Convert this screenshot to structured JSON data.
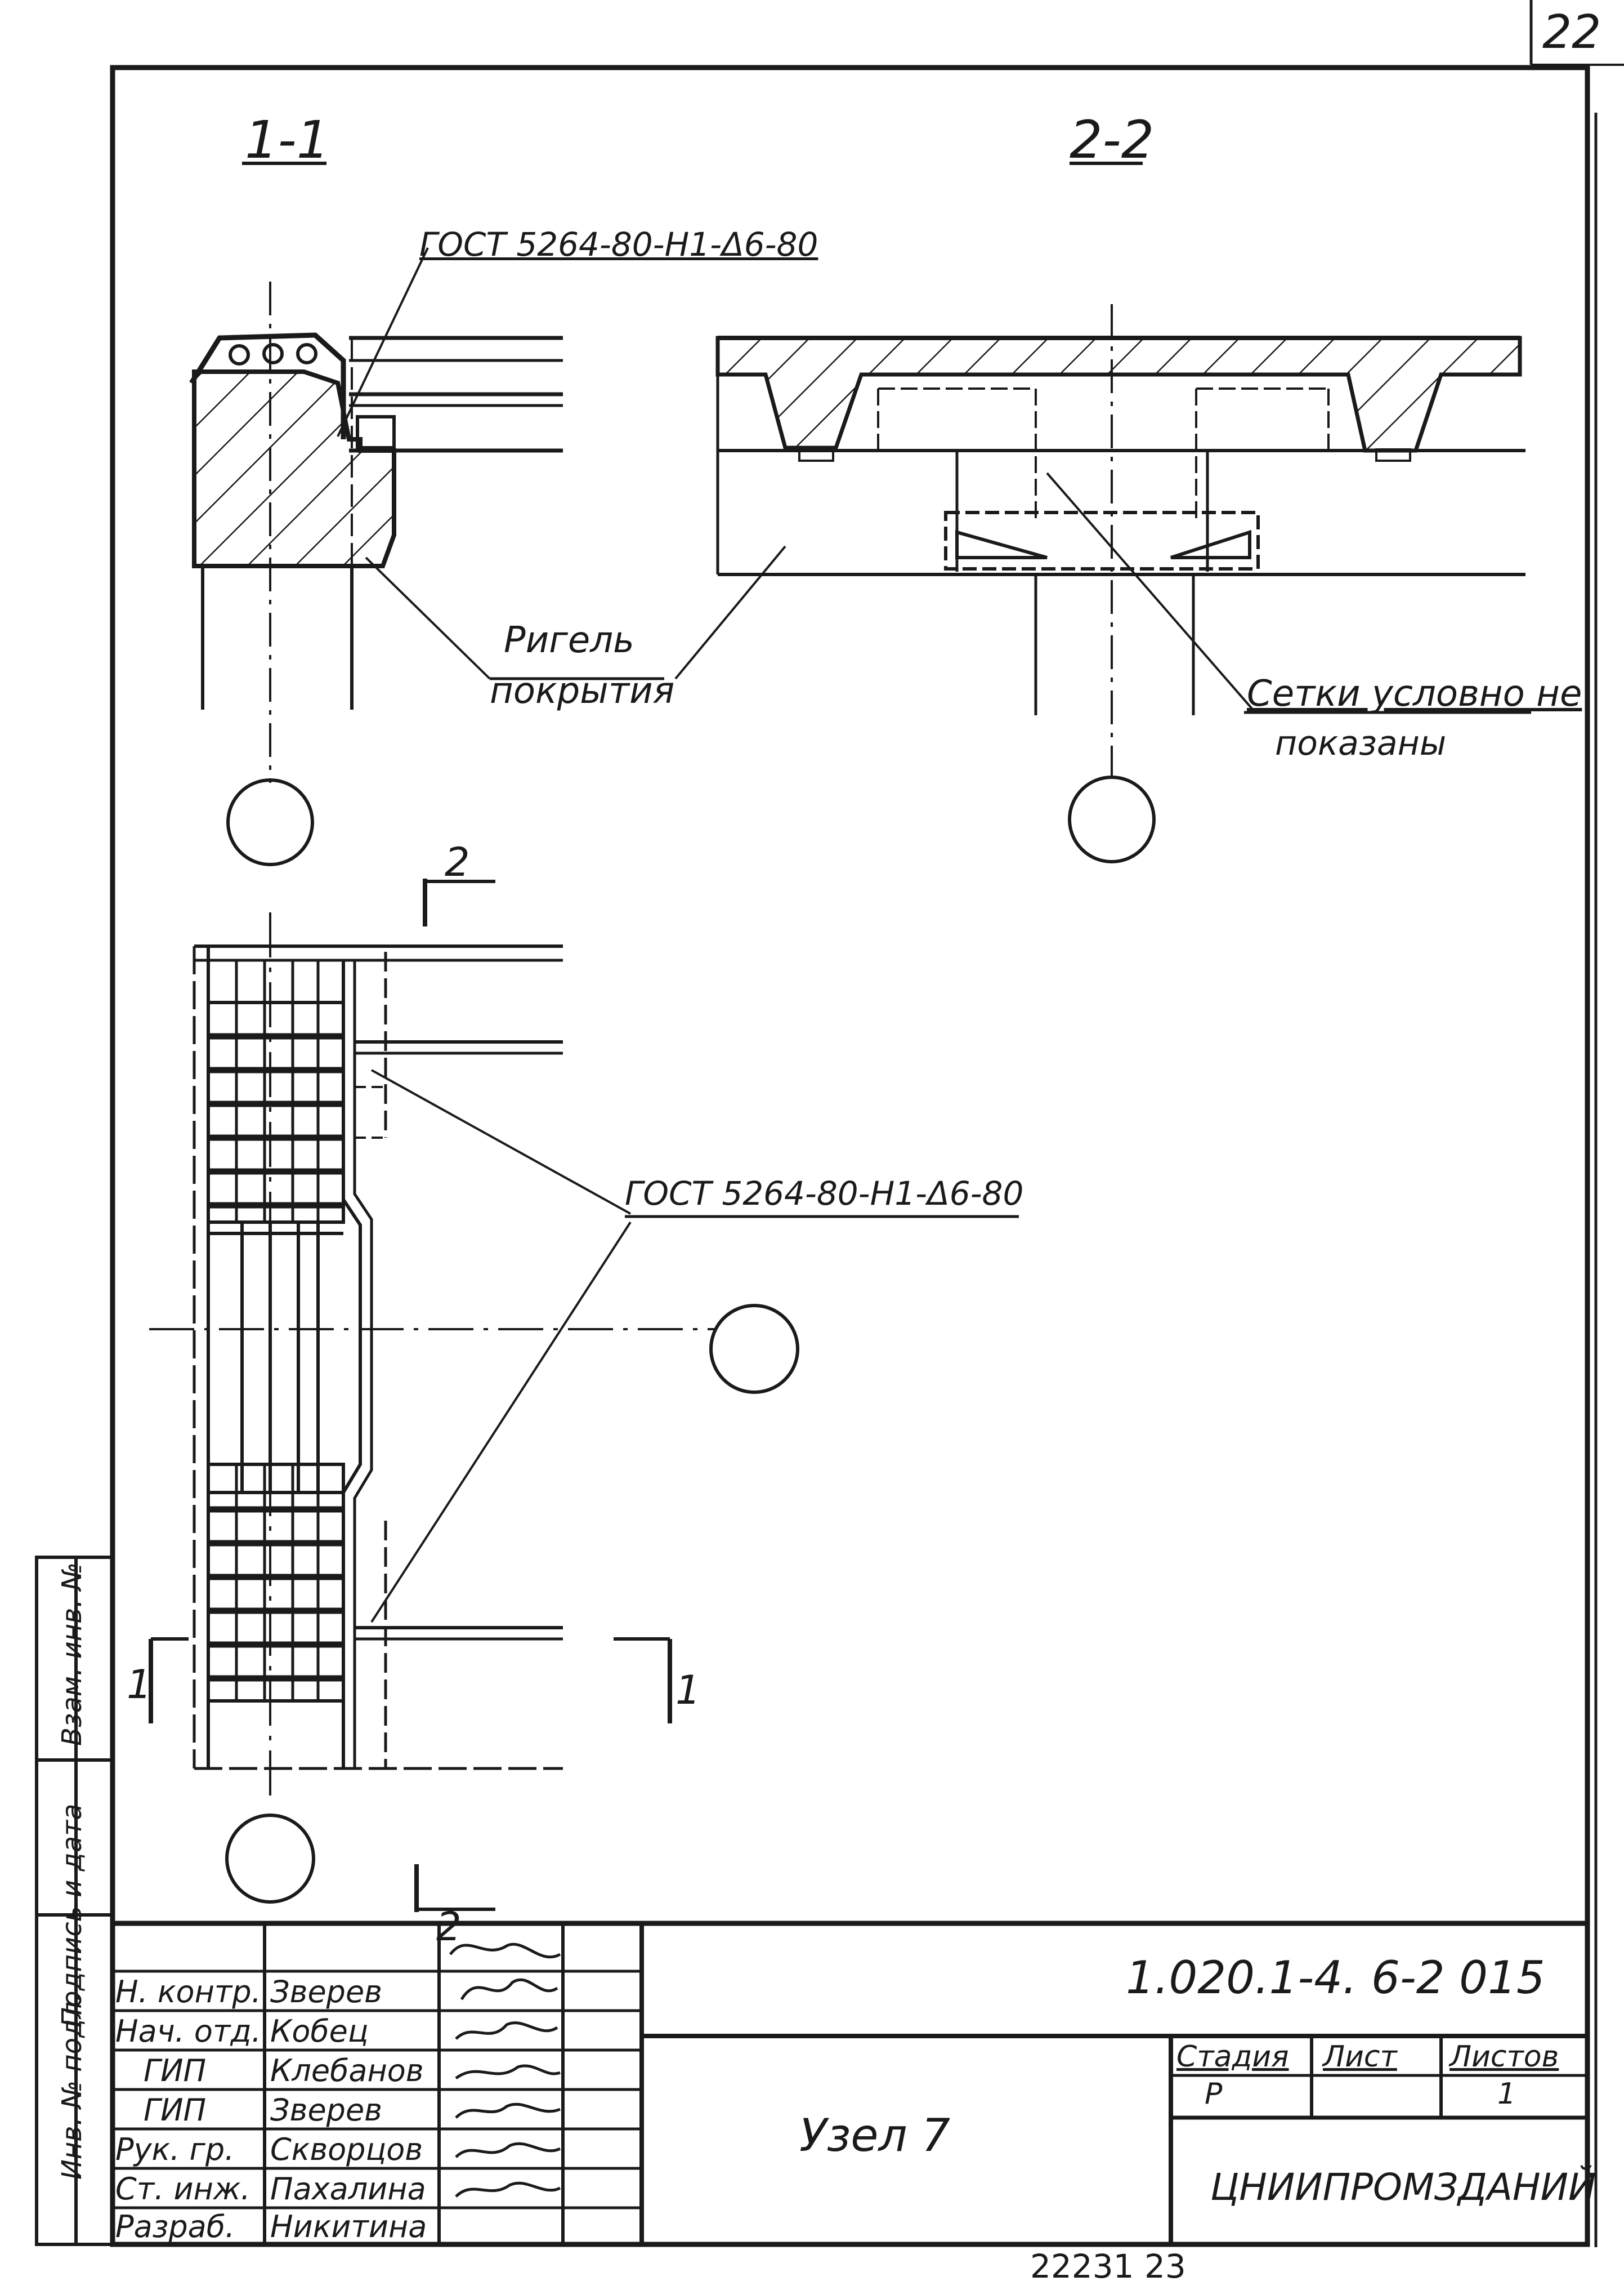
{
  "sheet": {
    "page_number": "22",
    "bottom_number": "22231 23"
  },
  "sections": {
    "s1_label": "1-1",
    "s2_label": "2-2",
    "gost_callout_top": "ГОСТ 5264-80-Н1-Δ6-80",
    "gost_callout_plan": "ГОСТ 5264-80-Н1-Δ6-80",
    "rigel_line1": "Ригель",
    "rigel_line2": "покрытия",
    "note_line1": "Сетки условно не",
    "note_line2": "показаны",
    "cut2_top_mark": "2",
    "cut2_bottom_mark": "2",
    "cut1_left_mark": "1",
    "cut1_right_mark": "1"
  },
  "side_strip": {
    "inv_podl": "Инв. № подл.",
    "podpis": "Подпись и дата",
    "vzam": "Взам. инв. №"
  },
  "title_block": {
    "code": "1.020.1-4. 6-2 015",
    "title": "Узел 7",
    "org": "ЦНИИПРОМЗДАНИЙ",
    "stage_header": "Стадия",
    "sheet_header": "Лист",
    "sheets_header": "Листов",
    "stage_value": "Р",
    "sheets_value": "1",
    "roles": [
      {
        "role": "Н. контр.",
        "name": "Зверев"
      },
      {
        "role": "Нач. отд.",
        "name": "Кобец"
      },
      {
        "role": "ГИП",
        "name": "Клебанов"
      },
      {
        "role": "ГИП",
        "name": "Зверев"
      },
      {
        "role": "Рук. гр.",
        "name": "Скворцов"
      },
      {
        "role": "Ст. инж.",
        "name": "Пахалина"
      },
      {
        "role": "Разраб.",
        "name": "Никитина"
      }
    ]
  }
}
